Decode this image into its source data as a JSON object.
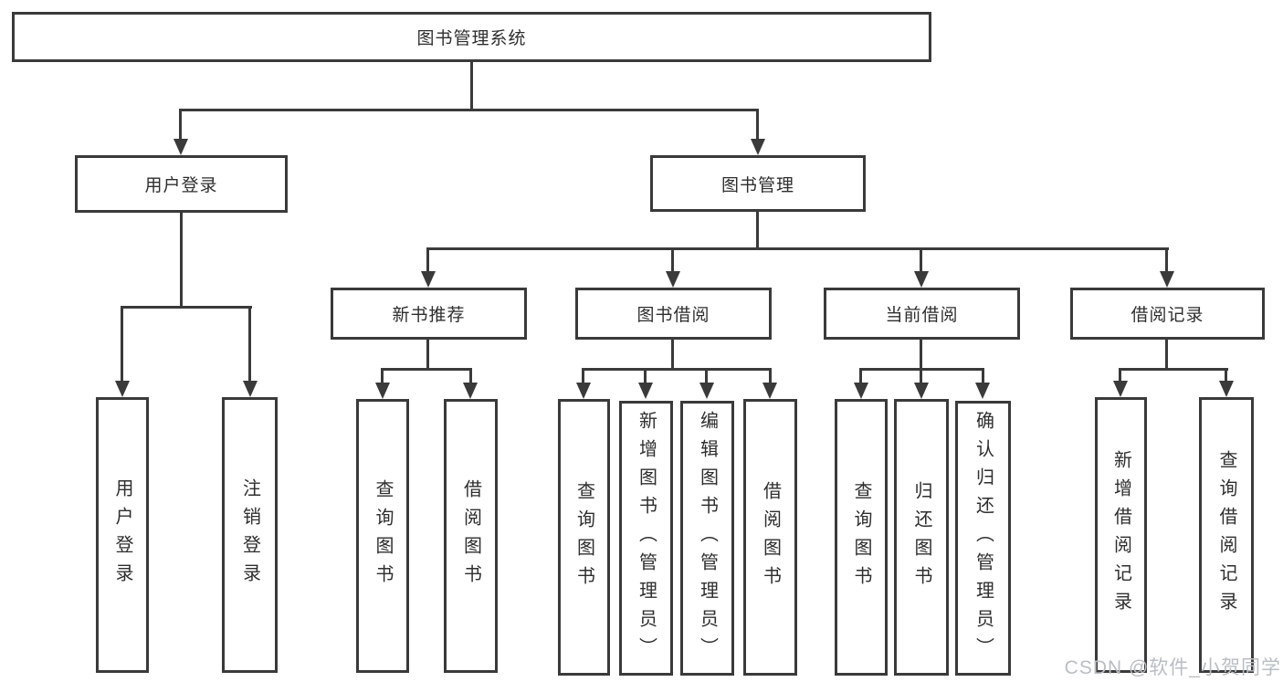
{
  "diagram_type": "hierarchy-tree",
  "tree": {
    "root": {
      "label": "图书管理系统"
    },
    "children": [
      {
        "label": "用户登录",
        "children": [
          {
            "label": "用户登录"
          },
          {
            "label": "注销登录"
          }
        ]
      },
      {
        "label": "图书管理",
        "children": [
          {
            "label": "新书推荐",
            "children": [
              {
                "label": "查询图书"
              },
              {
                "label": "借阅图书"
              }
            ]
          },
          {
            "label": "图书借阅",
            "children": [
              {
                "label": "查询图书"
              },
              {
                "label": "新增图书（管理员）"
              },
              {
                "label": "编辑图书（管理员）"
              },
              {
                "label": "借阅图书"
              }
            ]
          },
          {
            "label": "当前借阅",
            "children": [
              {
                "label": "查询图书"
              },
              {
                "label": "归还图书"
              },
              {
                "label": "确认归还（管理员）"
              }
            ]
          },
          {
            "label": "借阅记录",
            "children": [
              {
                "label": "新增借阅记录"
              },
              {
                "label": "查询借阅记录"
              }
            ]
          }
        ]
      }
    ]
  },
  "watermark": {
    "text": "CSDN @软件_小贺同学"
  },
  "colors": {
    "line": "#3a3a3a",
    "text": "#2e2e2e",
    "box_background": "#ffffff",
    "watermark": "#b9bec4"
  }
}
